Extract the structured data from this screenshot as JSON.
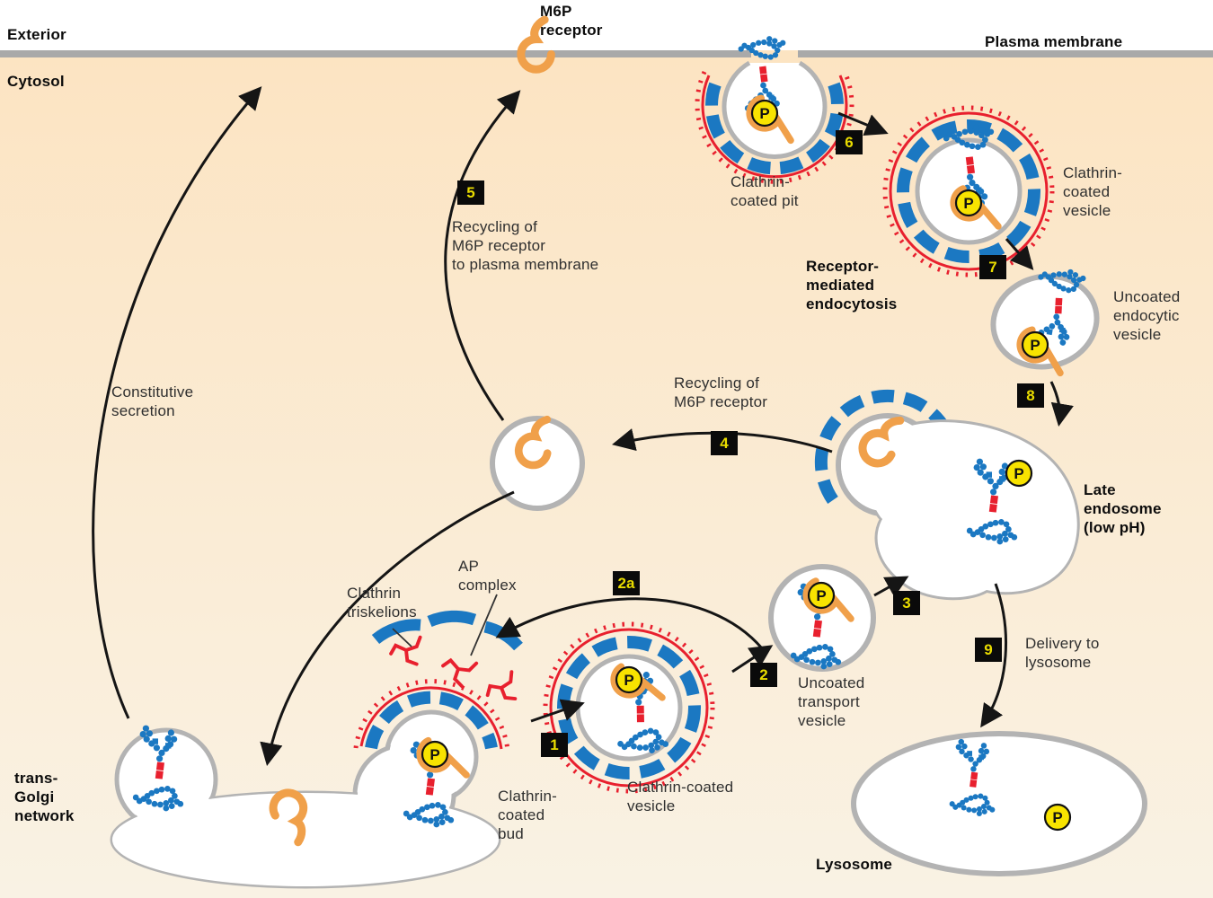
{
  "regions": {
    "exterior": "Exterior",
    "cytosol": "Cytosol",
    "plasma_membrane": "Plasma membrane"
  },
  "labels": {
    "m6p_receptor": "M6P\nreceptor",
    "clathrin_coated_pit": "Clathrin-\ncoated pit",
    "clathrin_coated_vesicle_top": "Clathrin-\ncoated\nvesicle",
    "receptor_mediated_endocytosis": "Receptor-\nmediated\nendocytosis",
    "uncoated_endocytic_vesicle": "Uncoated\nendocytic\nvesicle",
    "recycling_m6p_receptor": "Recycling of\nM6P receptor",
    "recycling_to_plasma_membrane": "Recycling of\nM6P receptor\nto plasma membrane",
    "constitutive_secretion": "Constitutive\nsecretion",
    "late_endosome": "Late\nendosome\n(low pH)",
    "clathrin_triskelions": "Clathrin\ntriskelions",
    "ap_complex": "AP\ncomplex",
    "uncoated_transport_vesicle": "Uncoated\ntransport\nvesicle",
    "delivery_to_lysosome": "Delivery to\nlysosome",
    "trans_golgi_network": "trans-\nGolgi\nnetwork",
    "clathrin_coated_bud": "Clathrin-\ncoated\nbud",
    "clathrin_coated_vesicle_bottom": "Clathrin-coated\nvesicle",
    "lysosome": "Lysosome"
  },
  "steps": {
    "s1": "1",
    "s2": "2",
    "s2a": "2a",
    "s3": "3",
    "s4": "4",
    "s5": "5",
    "s6": "6",
    "s7": "7",
    "s8": "8",
    "s9": "9"
  },
  "glyphs": {
    "phosphate_label": "P"
  },
  "colors": {
    "clathrin_red": "#e8202e",
    "ap_complex_blue": "#1b78c2",
    "receptor_orange": "#f0a04a",
    "phosphate_yellow": "#f8e300",
    "membrane_gray": "#a9a9a9",
    "vesicle_gray": "#b3b3b3",
    "step_badge_bg": "#0a0a0a",
    "step_badge_text": "#e9dc00",
    "cytosol_top": "#fce3c0",
    "cytosol_bottom": "#f9f2e4"
  }
}
